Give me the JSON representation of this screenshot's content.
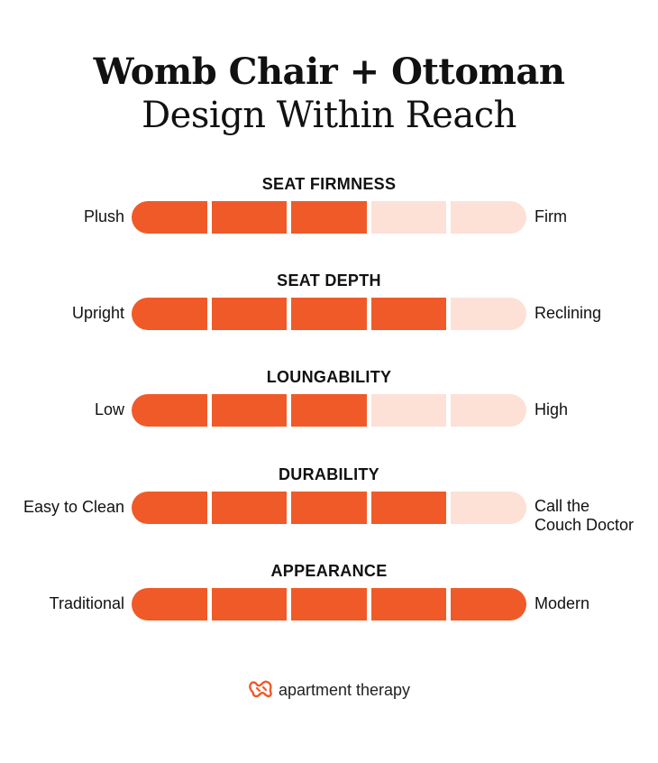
{
  "title": {
    "line1": "Womb Chair + Ottoman",
    "line2": "Design Within Reach"
  },
  "accent_color": "#f05a28",
  "inactive_color": "#fde0d6",
  "ratings": [
    {
      "label": "SEAT FIRMNESS",
      "left": "Plush",
      "right": [
        "Firm"
      ],
      "value": 3,
      "max": 5
    },
    {
      "label": "SEAT DEPTH",
      "left": "Upright",
      "right": [
        "Reclining"
      ],
      "value": 4,
      "max": 5
    },
    {
      "label": "LOUNGABILITY",
      "left": "Low",
      "right": [
        "High"
      ],
      "value": 3,
      "max": 5
    },
    {
      "label": "DURABILITY",
      "left": "Easy to Clean",
      "right": [
        "Call the",
        "Couch Doctor"
      ],
      "value": 4,
      "max": 5
    },
    {
      "label": "APPEARANCE",
      "left": "Traditional",
      "right": [
        "Modern"
      ],
      "value": 5,
      "max": 5
    }
  ],
  "brand": {
    "name": "apartment therapy",
    "logo": "apartment-therapy-logo-icon"
  }
}
